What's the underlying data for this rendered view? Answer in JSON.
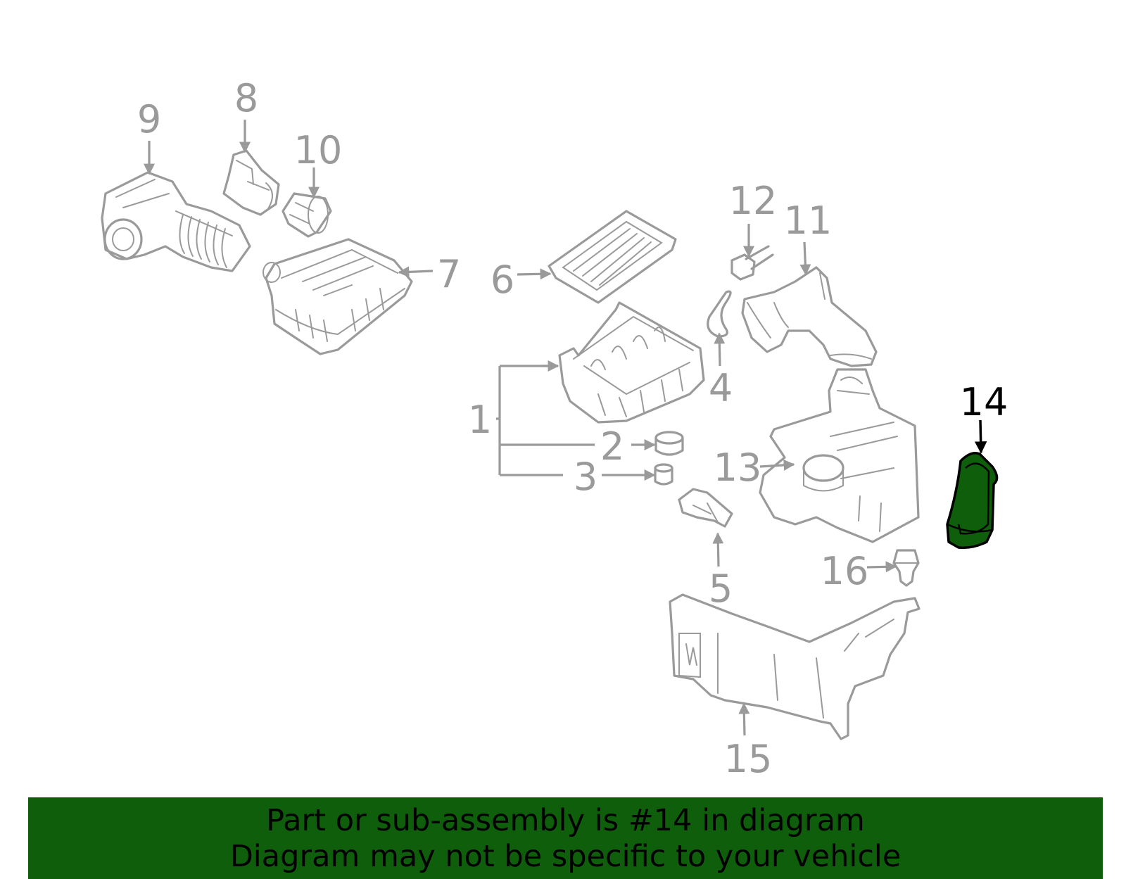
{
  "diagram": {
    "callouts": [
      "1",
      "2",
      "3",
      "4",
      "5",
      "6",
      "7",
      "8",
      "9",
      "10",
      "11",
      "12",
      "13",
      "14",
      "15",
      "16"
    ],
    "highlighted_callout": "14",
    "colors": {
      "linework": "#9a9a9a",
      "highlight_fill": "#0f5e0b",
      "highlight_stroke": "#000000",
      "banner_background": "#0f5e0b",
      "banner_text": "#000000"
    }
  },
  "banner": {
    "line1": "Part or sub-assembly is #14 in diagram",
    "line2": "Diagram may not be specific to your vehicle"
  }
}
